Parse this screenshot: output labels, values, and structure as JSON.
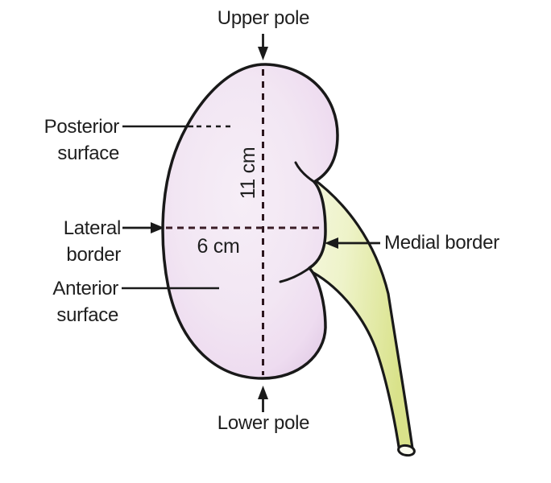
{
  "figure": {
    "title": "Kidney external features diagram",
    "labels": {
      "upper_pole": "Upper pole",
      "posterior_surface": "Posterior\nsurface",
      "lateral_border": "Lateral\nborder",
      "anterior_surface": "Anterior\nsurface",
      "lower_pole": "Lower pole",
      "medial_border": "Medial border"
    },
    "measurements": {
      "vertical_length": "11 cm",
      "horizontal_width": "6 cm"
    },
    "colors": {
      "background": "#ffffff",
      "kidney_fill_center": "#f6eef7",
      "kidney_fill_edge": "#e3cde7",
      "kidney_outline": "#191919",
      "ureter_fill_light": "#f6f8e2",
      "ureter_fill_dark": "#d9e28a",
      "dashed_line": "#2b151d",
      "leader_line": "#1a1a1a",
      "label_text": "#1f1f1f"
    }
  }
}
